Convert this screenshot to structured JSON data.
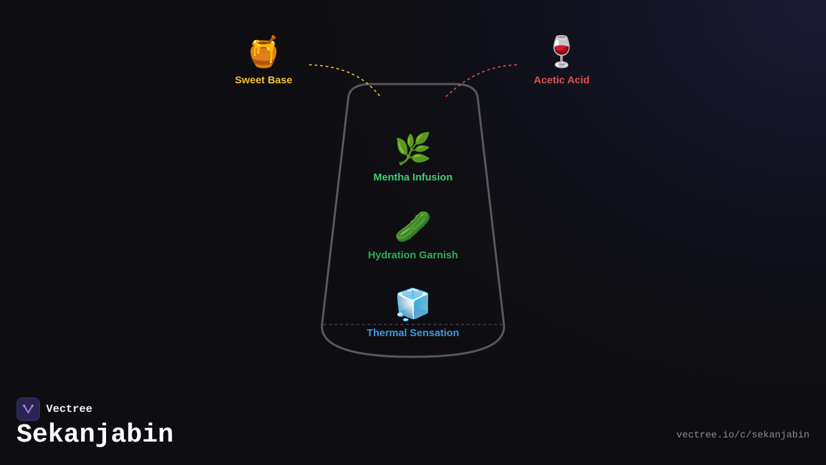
{
  "title": "Sekanjabin",
  "brand": {
    "name": "Vectree",
    "logo_icon": "vectree-logo-icon"
  },
  "url": "vectree.io/c/sekanjabin",
  "colors": {
    "sweet": "#f0c030",
    "acid": "#e0504a",
    "mint": "#3ecf6e",
    "cucumber": "#2eaa5a",
    "ice": "#3a9ae0",
    "vessel": "#58585e"
  },
  "inputs": [
    {
      "label": "Sweet Base",
      "icon": "🍯",
      "icon_name": "honey-pot-icon"
    },
    {
      "label": "Acetic Acid",
      "icon": "🍷",
      "icon_name": "wine-glass-icon"
    }
  ],
  "layers": [
    {
      "label": "Mentha Infusion",
      "icon": "🌿",
      "icon_name": "herb-icon"
    },
    {
      "label": "Hydration Garnish",
      "icon": "🥒",
      "icon_name": "cucumber-icon"
    },
    {
      "label": "Thermal Sensation",
      "icon": "🧊",
      "icon_name": "ice-cube-icon"
    }
  ]
}
